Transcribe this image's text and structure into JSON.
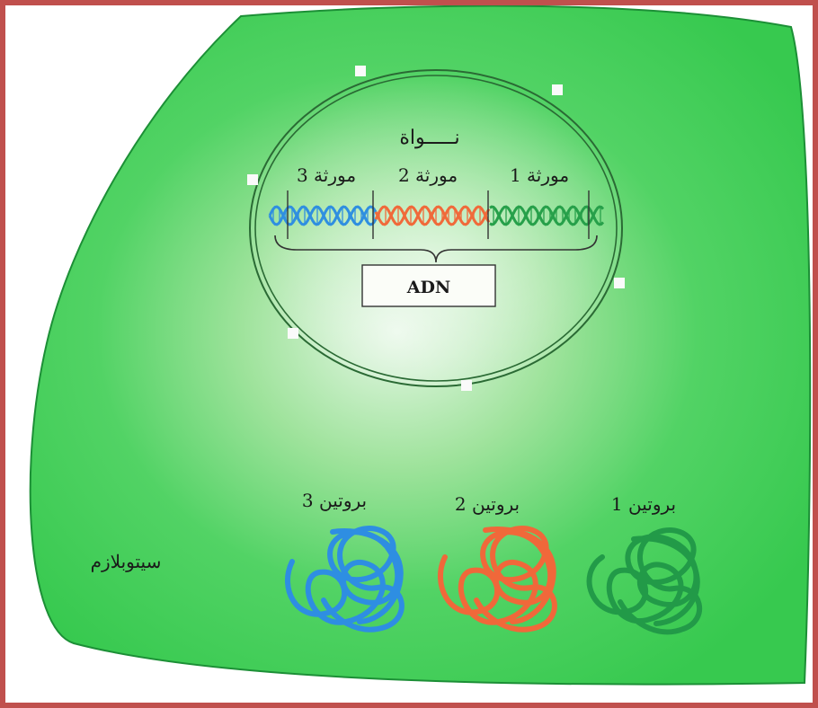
{
  "nucleus": {
    "label": "نـــــواة"
  },
  "dna": {
    "label": "ADN",
    "genes": [
      {
        "label": "مورثة 1",
        "color": "#27a04a"
      },
      {
        "label": "مورثة 2",
        "color": "#f06a3a"
      },
      {
        "label": "مورثة 3",
        "color": "#2f8fe0"
      }
    ]
  },
  "proteins": [
    {
      "label": "بروتين 1",
      "color": "#229a48"
    },
    {
      "label": "بروتين 2",
      "color": "#f0683a"
    },
    {
      "label": "بروتين 3",
      "color": "#2e8ee2"
    }
  ],
  "cytoplasm": {
    "label": "سيتوبلازم"
  },
  "colors": {
    "cell": "#3ed45c",
    "cell_dark": "#1f9e3c",
    "frame": "#c0504d"
  }
}
